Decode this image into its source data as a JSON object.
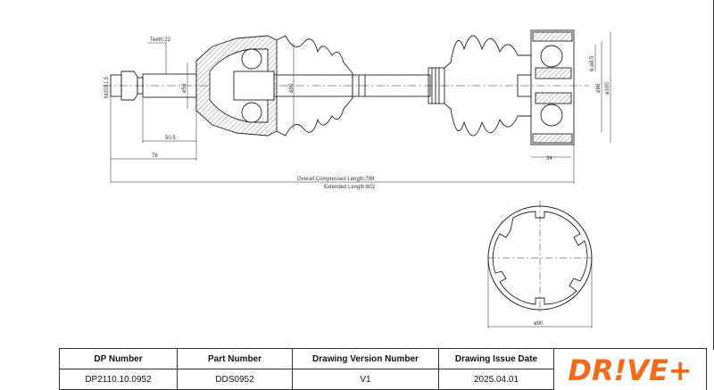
{
  "drawing": {
    "teeth_label": "Teeth:22",
    "thread_label": "M20X1.5",
    "dia_53": "ø53",
    "dia_90_joint": "ø90",
    "dim_50_5": "50.5",
    "dim_78": "78",
    "overall_length": "Overall  Compressed  Length:789",
    "extended_length": "Extended  Length:802",
    "bolt_holes": "6-ø8.5",
    "dia_86": "ø86",
    "dia_100": "ø100",
    "dim_34": "34",
    "dia_90_end": "ø90"
  },
  "table": {
    "headers": [
      "DP Number",
      "Part Number",
      "Drawing Version Number",
      "Drawing Issue Date"
    ],
    "values": [
      "DP2110.10.0952",
      "DDS0952",
      "V1",
      "2025.04.01"
    ]
  },
  "logo": {
    "text": "DR!VE+",
    "color": "#f26b1d"
  }
}
